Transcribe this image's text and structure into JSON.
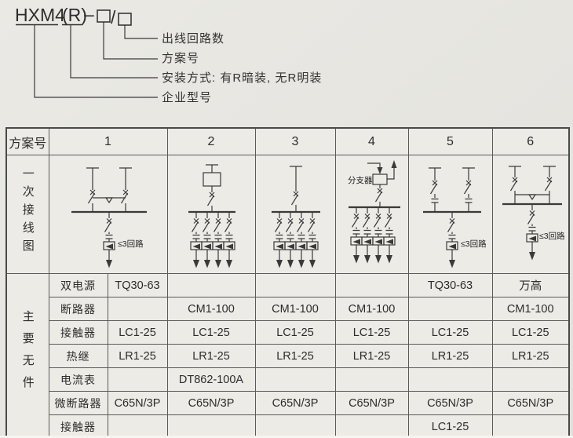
{
  "page": {
    "background": "#e7e6e1",
    "ink": "#3a3a3a"
  },
  "designation": {
    "model": "HXM4",
    "r_part": "(R)",
    "dash": "–",
    "slash": "/",
    "labels": [
      "出线回路数",
      "方案号",
      "安装方式: 有R暗装, 无R明装",
      "企业型号"
    ]
  },
  "table": {
    "corner_label": "方案号",
    "scheme_numbers": [
      "1",
      "2",
      "3",
      "4",
      "5",
      "6"
    ],
    "diagram_row_label": "一次接线图",
    "components_row_label": "主要无件",
    "diagram_labels": [
      {
        "circuit_note": "≤3回路"
      },
      {},
      {},
      {
        "branch": "分支器"
      },
      {
        "circuit_note": "≤3回路"
      },
      {
        "circuit_note": "≤3回路"
      }
    ],
    "component_rows": [
      {
        "label": "双电源",
        "values": [
          "TQ30-63",
          "",
          "",
          "",
          "TQ30-63",
          "万高"
        ]
      },
      {
        "label": "断路器",
        "values": [
          "",
          "CM1-100",
          "CM1-100",
          "CM1-100",
          "",
          "CM1-100"
        ]
      },
      {
        "label": "接触器",
        "values": [
          "LC1-25",
          "LC1-25",
          "LC1-25",
          "LC1-25",
          "LC1-25",
          "LC1-25"
        ]
      },
      {
        "label": "热继",
        "values": [
          "LR1-25",
          "LR1-25",
          "LR1-25",
          "LR1-25",
          "LR1-25",
          "LR1-25"
        ]
      },
      {
        "label": "电流表",
        "values": [
          "",
          "DT862-100A",
          "",
          "",
          "",
          ""
        ]
      },
      {
        "label": "微断路器",
        "values": [
          "C65N/3P",
          "C65N/3P",
          "C65N/3P",
          "C65N/3P",
          "C65N/3P",
          "C65N/3P"
        ]
      },
      {
        "label": "接触器",
        "values": [
          "",
          "",
          "",
          "",
          "LC1-25",
          ""
        ]
      }
    ]
  }
}
